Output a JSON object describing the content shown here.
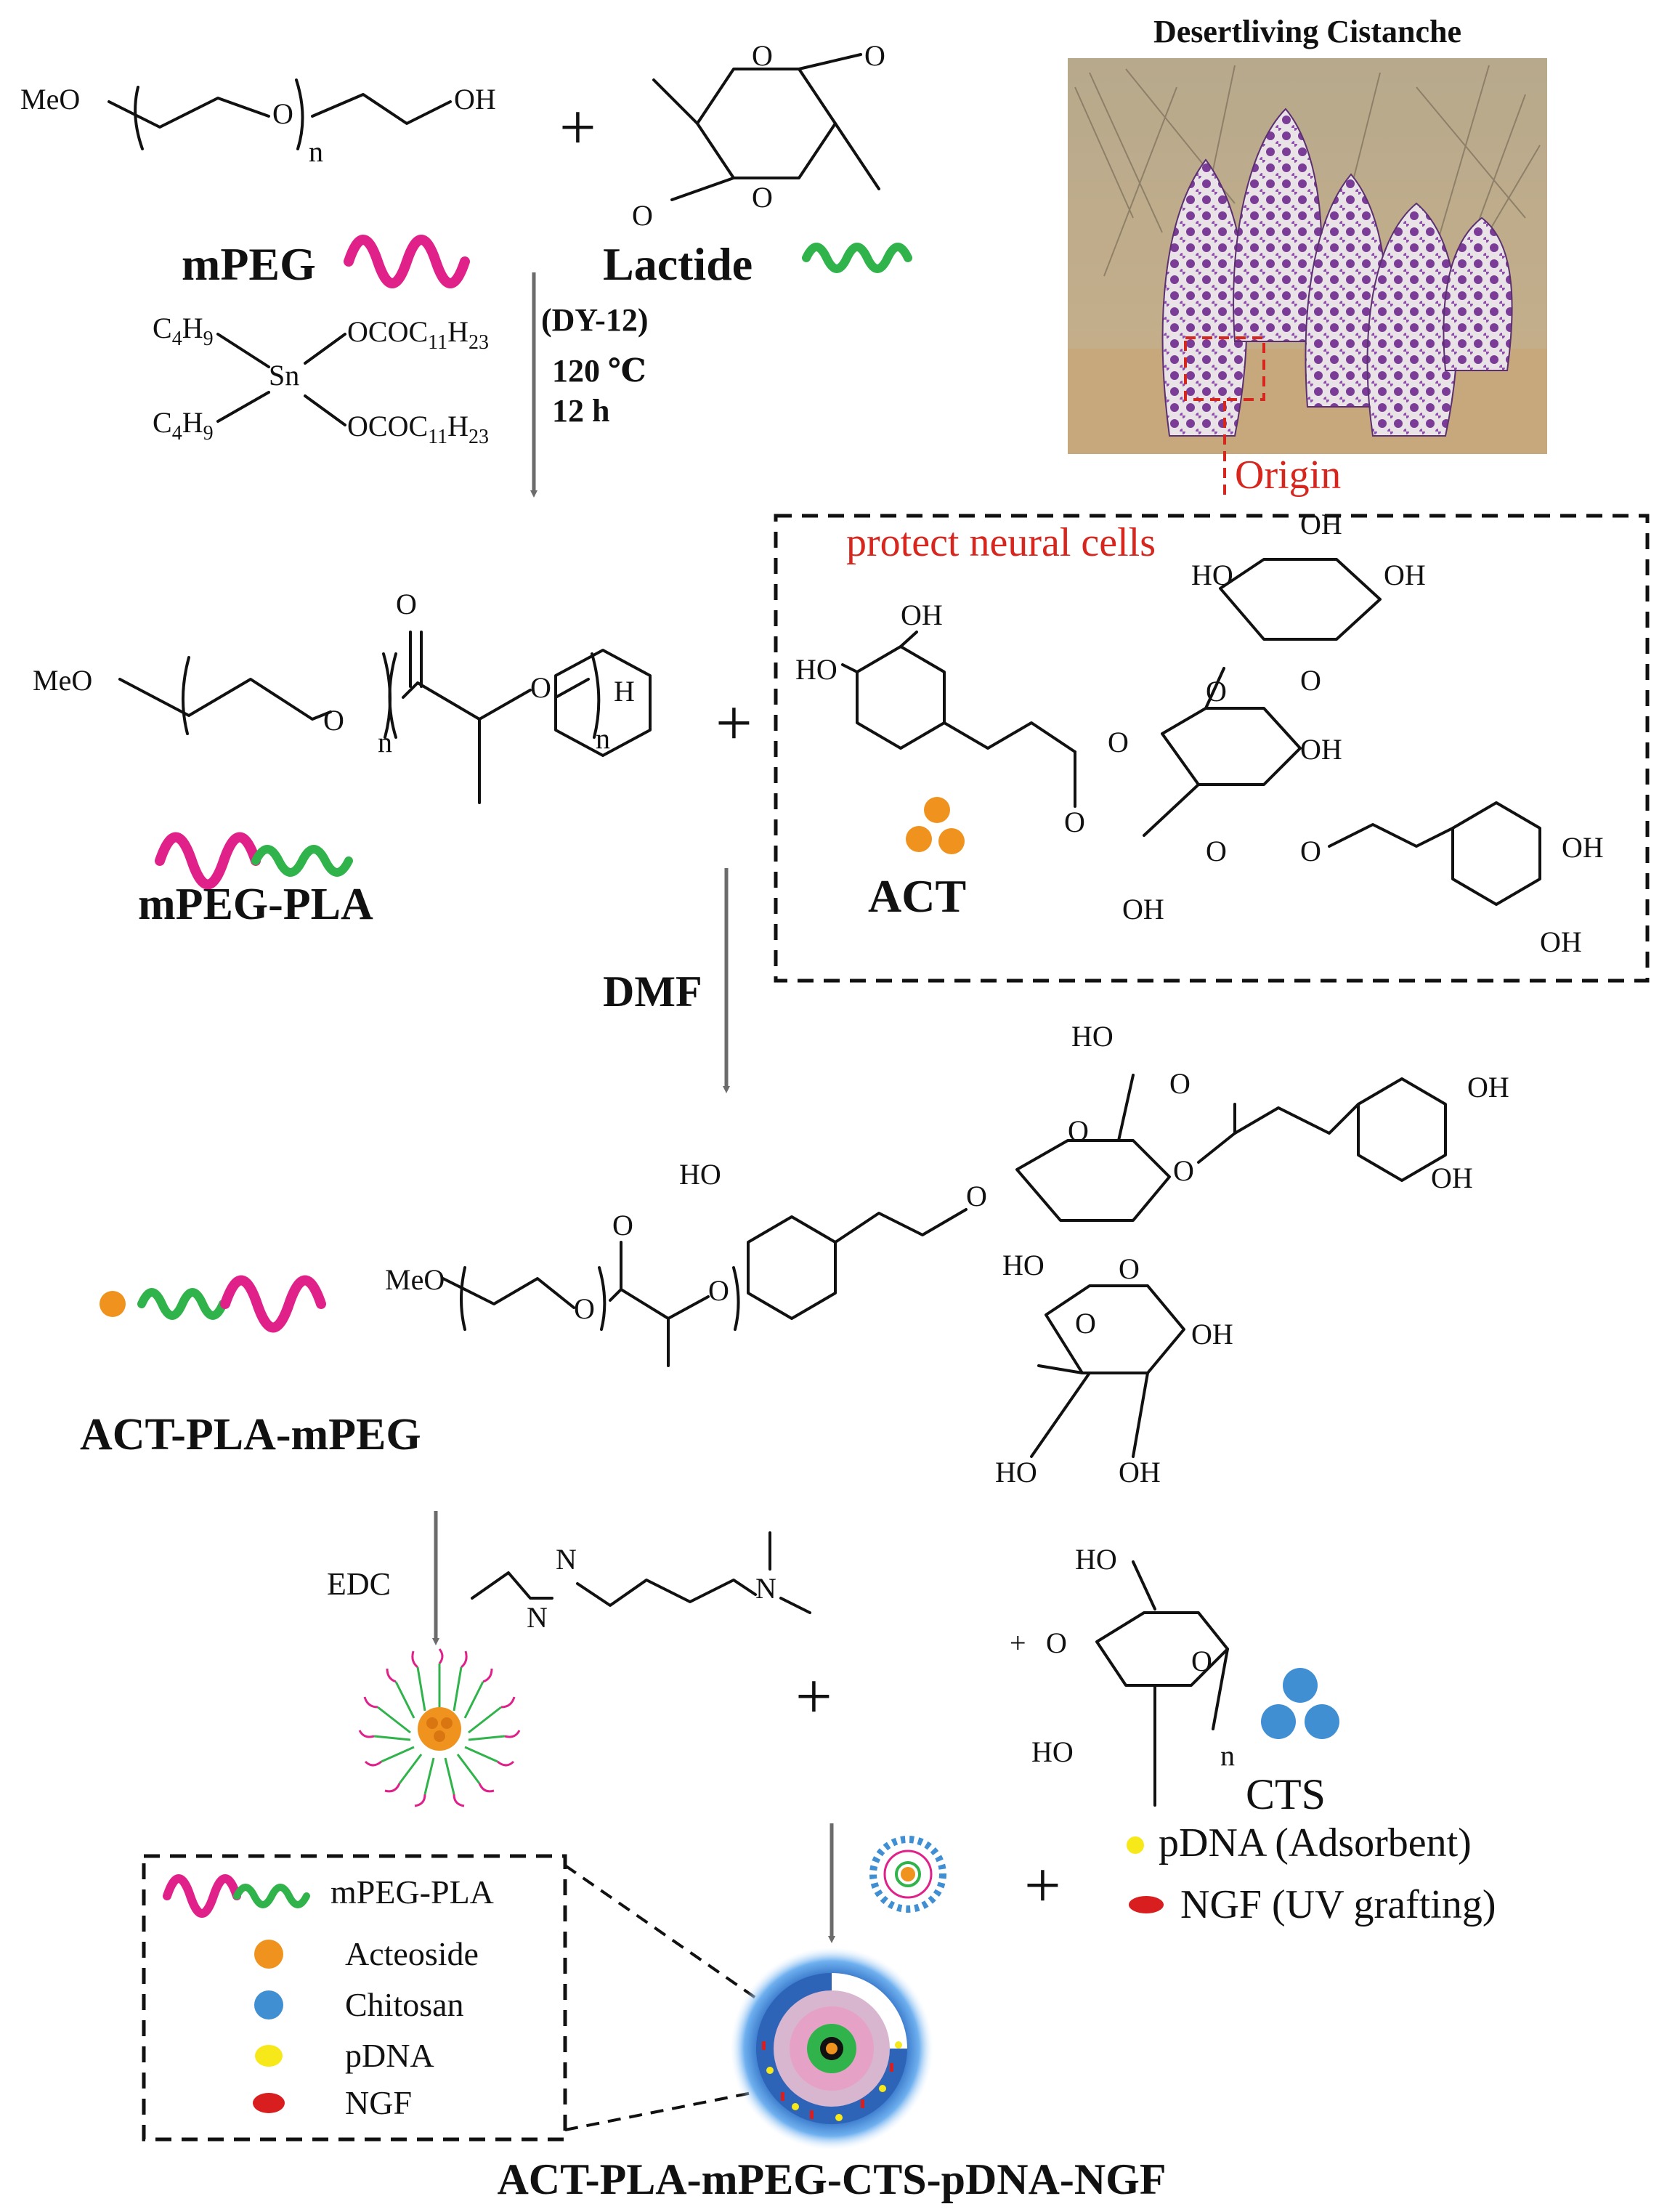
{
  "photo": {
    "title": "Desertliving Cistanche",
    "origin_label": "Origin"
  },
  "reagents": {
    "mpeg_formula_left": "MeO",
    "mpeg_formula_right": "OH",
    "mpeg_label": "mPEG",
    "lactide_label": "Lactide",
    "plus": "+",
    "catalyst_name": "(DY-12)",
    "temperature": "120 ℃",
    "time": "12 h",
    "c4h9": "C",
    "ocoC": "OCOC"
  },
  "step2": {
    "product_label": "mPEG-PLA",
    "protect_text": "protect neural cells",
    "act_label": "ACT",
    "solvent": "DMF"
  },
  "step3": {
    "product_label": "ACT-PLA-mPEG",
    "coupling_reagent": "EDC"
  },
  "step4": {
    "cts_label": "CTS",
    "pdna_label": "pDNA (Adsorbent)",
    "ngf_label": "NGF (UV grafting)"
  },
  "legend": {
    "items": [
      {
        "label": "mPEG-PLA",
        "icon": "polymer-chain-icon"
      },
      {
        "label": "Acteoside",
        "icon": "orange-dot-icon"
      },
      {
        "label": "Chitosan",
        "icon": "blue-dot-icon"
      },
      {
        "label": "pDNA",
        "icon": "yellow-dot-icon"
      },
      {
        "label": "NGF",
        "icon": "red-oval-icon"
      }
    ]
  },
  "final": {
    "product_label": "ACT-PLA-mPEG-CTS-pDNA-NGF"
  },
  "colors": {
    "mpeg": "#e0218a",
    "pla": "#2fb34a",
    "acteoside": "#f0931e",
    "chitosan": "#3f8fd2",
    "pdna": "#f7e81a",
    "ngf": "#d81e1e",
    "annotation_red": "#d6261e"
  }
}
